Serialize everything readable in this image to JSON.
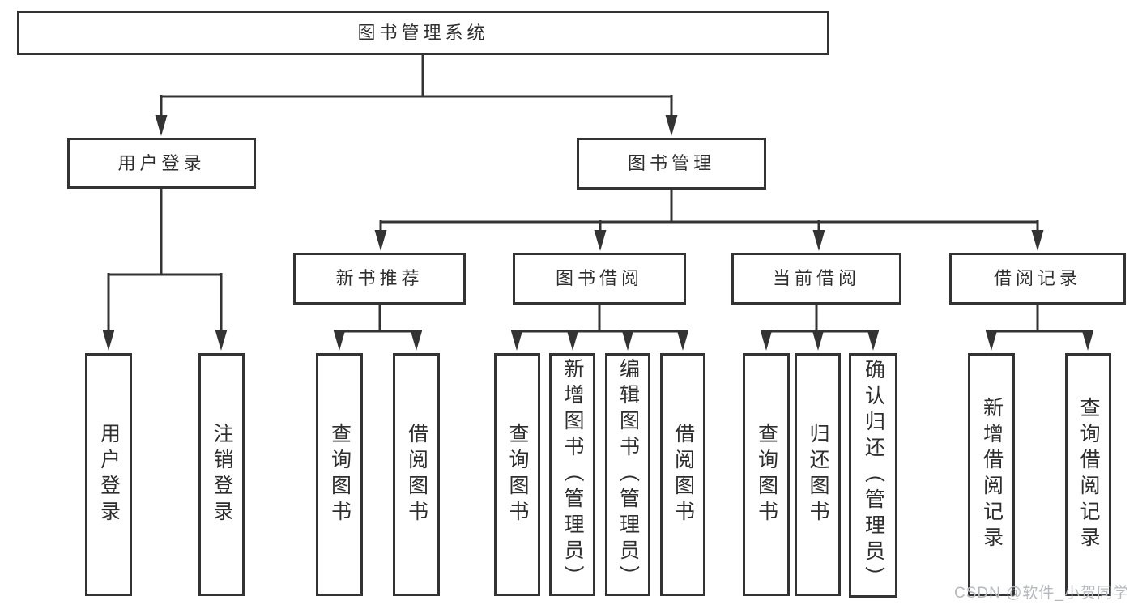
{
  "diagram": {
    "root": {
      "label": "图书管理系统"
    },
    "level2": {
      "user_login": {
        "label": "用户登录"
      },
      "book_management": {
        "label": "图书管理"
      }
    },
    "level3": {
      "new_book_recommend": {
        "label": "新书推荐"
      },
      "book_borrow": {
        "label": "图书借阅"
      },
      "current_borrow": {
        "label": "当前借阅"
      },
      "borrow_records": {
        "label": "借阅记录"
      }
    },
    "leaves": {
      "login_user_login": {
        "label": "用户登录"
      },
      "login_logout": {
        "label": "注销登录"
      },
      "recommend_query_book": {
        "label": "查询图书"
      },
      "recommend_borrow_book": {
        "label": "借阅图书"
      },
      "borrow_query_book": {
        "label": "查询图书"
      },
      "borrow_add_book": {
        "label": "新增图书（管理员）"
      },
      "borrow_edit_book": {
        "label": "编辑图书（管理员）"
      },
      "borrow_borrow_book": {
        "label": "借阅图书"
      },
      "current_query_book": {
        "label": "查询图书"
      },
      "current_return_book": {
        "label": "归还图书"
      },
      "current_confirm_return": {
        "label": "确认归还（管理员）"
      },
      "records_add_record": {
        "label": "新增借阅记录"
      },
      "records_query_record": {
        "label": "查询借阅记录"
      }
    }
  },
  "watermark": {
    "text": "CSDN @软件_小贺同学"
  },
  "colors": {
    "line": "#333333",
    "box_border": "#333333",
    "text": "#2e2e2e",
    "watermark": "#b5b8bc",
    "background": "#ffffff"
  }
}
